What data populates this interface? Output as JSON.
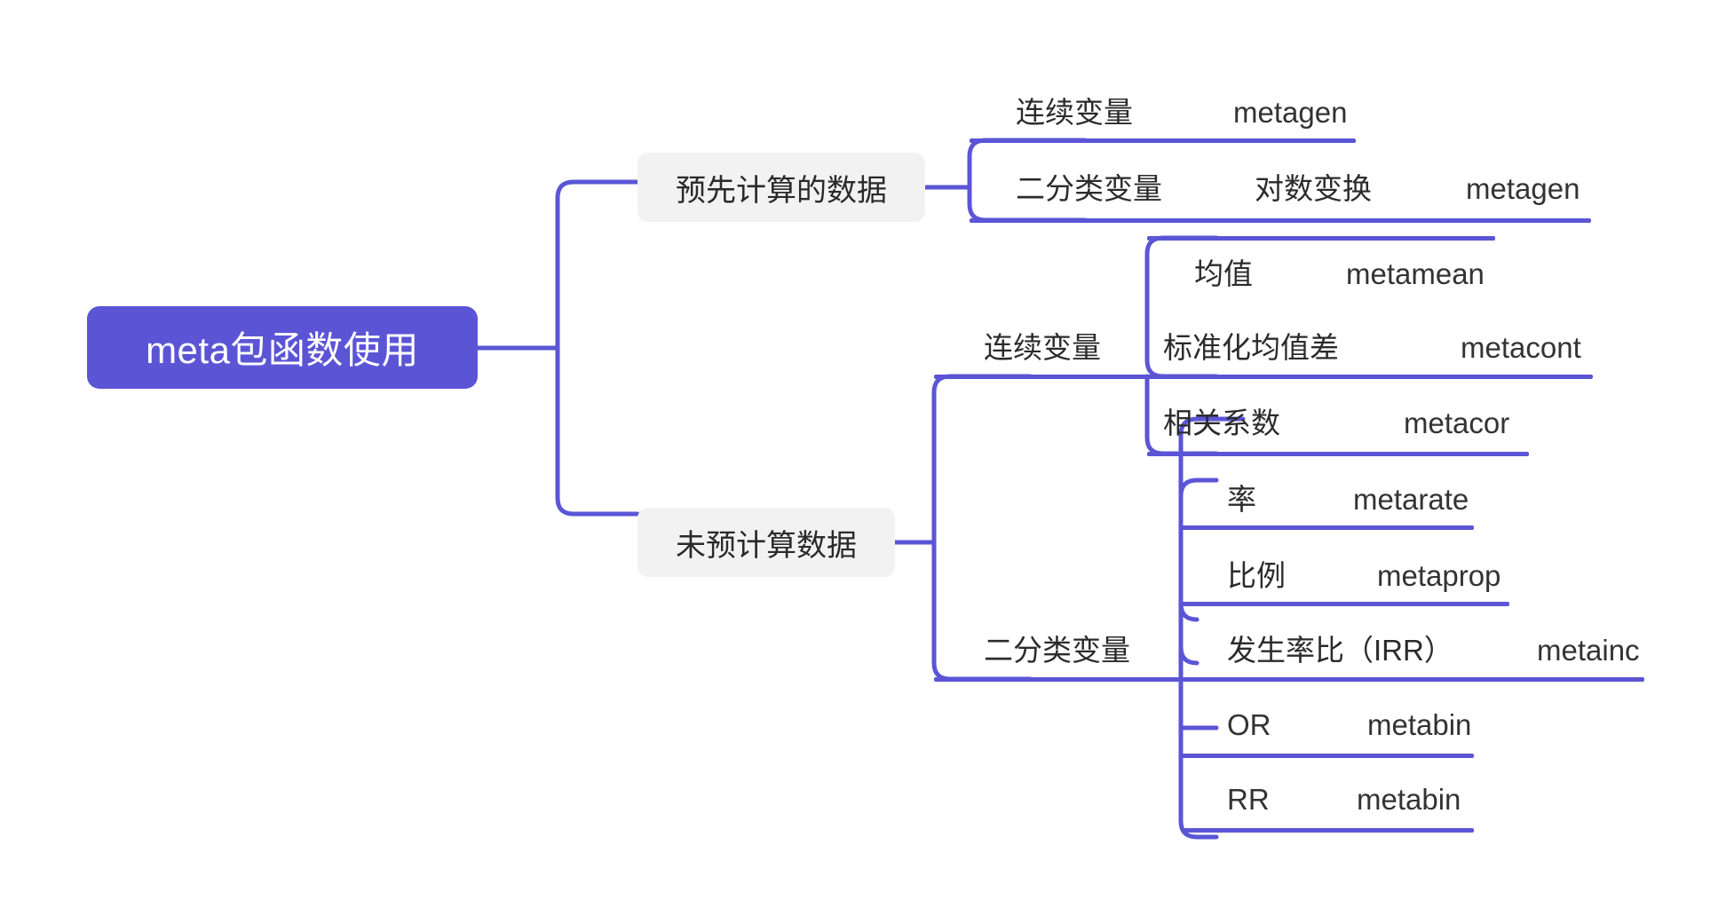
{
  "title": "meta包函数使用",
  "colors": {
    "accent": "#5b55d6",
    "root_bg": "#5b55d6",
    "root_text": "#ffffff",
    "branch_bg": "#f2f2f2",
    "branch_text": "#2a2a2a",
    "leaf_text": "#2b2b2b",
    "canvas_bg": "#ffffff"
  },
  "root": {
    "label": "meta包函数使用"
  },
  "branches": [
    {
      "id": "precomputed",
      "label": "预先计算的数据",
      "children": [
        {
          "id": "pre-continuous",
          "label": "连续变量",
          "leaf": "metagen",
          "middle": ""
        },
        {
          "id": "pre-binary",
          "label": "二分类变量",
          "middle": "对数变换",
          "leaf": "metagen"
        }
      ]
    },
    {
      "id": "not-precomputed",
      "label": "未预计算数据",
      "children": [
        {
          "id": "raw-continuous",
          "label": "连续变量",
          "items": [
            {
              "label": "均值",
              "func": "metamean"
            },
            {
              "label": "标准化均值差",
              "func": "metacont"
            },
            {
              "label": "相关系数",
              "func": "metacor"
            }
          ]
        },
        {
          "id": "raw-binary",
          "label": "二分类变量",
          "items": [
            {
              "label": "率",
              "func": "metarate"
            },
            {
              "label": "比例",
              "func": "metaprop"
            },
            {
              "label": "发生率比（IRR）",
              "func": "metainc"
            },
            {
              "label": "OR",
              "func": "metabin"
            },
            {
              "label": "RR",
              "func": "metabin"
            }
          ]
        }
      ]
    }
  ],
  "text_nodes": {
    "pre_cont_label": "连续变量",
    "pre_cont_func": "metagen",
    "pre_bin_label": "二分类变量",
    "pre_bin_mid": "对数变换",
    "pre_bin_func": "metagen",
    "raw_cont_label": "连续变量",
    "mean_label": "均值",
    "mean_func": "metamean",
    "smd_label": "标准化均值差",
    "smd_func": "metacont",
    "cor_label": "相关系数",
    "cor_func": "metacor",
    "raw_bin_label": "二分类变量",
    "rate_label": "率",
    "rate_func": "metarate",
    "prop_label": "比例",
    "prop_func": "metaprop",
    "irr_label": "发生率比（IRR）",
    "irr_func": "metainc",
    "or_label": "OR",
    "or_func": "metabin",
    "rr_label": "RR",
    "rr_func": "metabin"
  }
}
